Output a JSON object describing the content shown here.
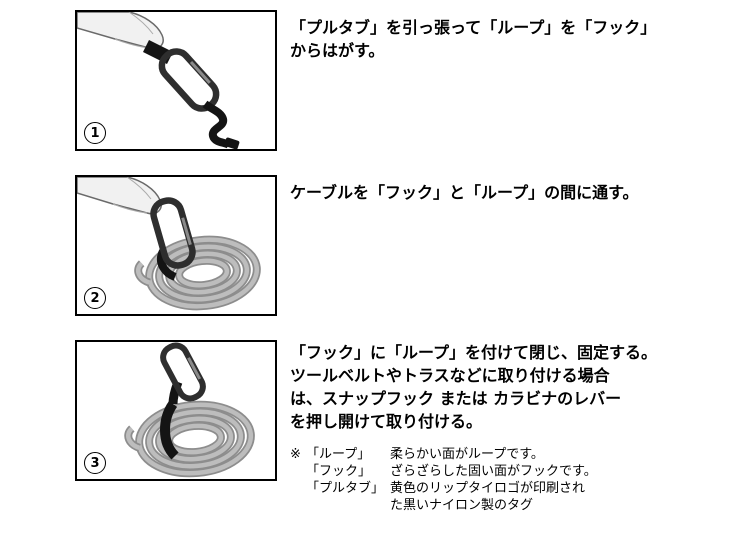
{
  "steps": [
    {
      "number": "1",
      "lines": [
        "「プルタブ」を引っ張って「ループ」を「フック」",
        "からはがす。"
      ]
    },
    {
      "number": "2",
      "lines": [
        "ケーブルを「フック」と「ループ」の間に通す。"
      ]
    },
    {
      "number": "3",
      "lines": [
        "「フック」に「ループ」を付けて閉じ、固定する。",
        "ツールベルトやトラスなどに取り付ける場合",
        "は、スナップフック または カラビナのレバー",
        "を押し開けて取り付ける。"
      ]
    }
  ],
  "footnote": {
    "marker": "※",
    "items": [
      {
        "term": "「ループ」",
        "lines": [
          "柔らかい面がループです。"
        ]
      },
      {
        "term": "「フック」",
        "lines": [
          "ざらざらした固い面がフックです。"
        ]
      },
      {
        "term": "「プルタブ」",
        "lines": [
          "黄色のリップタイロゴが印刷され",
          "た黒いナイロン製のタグ"
        ]
      }
    ]
  },
  "icons": {
    "step1": [
      "hand",
      "pull-tab",
      "carabiner",
      "strap"
    ],
    "step2": [
      "hand",
      "carabiner",
      "cable-coil"
    ],
    "step3": [
      "carabiner",
      "strap",
      "cable-coil"
    ]
  },
  "colors": {
    "ink": "#000000",
    "strap": "#141414",
    "cable_dark": "#8d8d8d",
    "cable_light": "#bdbdbd",
    "hand_fill": "#f1f1f1",
    "panel_border": "#000000",
    "background": "#ffffff"
  }
}
